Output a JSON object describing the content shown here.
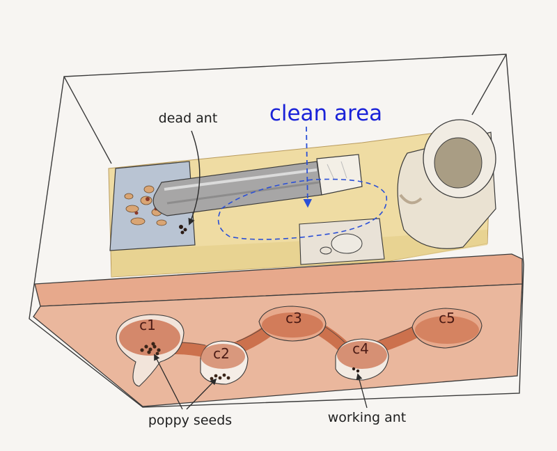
{
  "labels": {
    "dead_ant": "dead ant",
    "clean_area": "clean area",
    "poppy_seeds": "poppy seeds",
    "working_ant": "working ant"
  },
  "chambers": [
    "c1",
    "c2",
    "c3",
    "c4",
    "c5"
  ],
  "colors": {
    "background": "#f7f5f2",
    "sand": "#efdca3",
    "block_top": "#e7a98c",
    "block_front": "#eab79d",
    "chamber_dark": "#c96a45",
    "tube_gray": "#a7a6a6",
    "clean_area_blue": "#2a4fd6",
    "clean_area_text": "#1a22d8",
    "ink": "#2a2a2a"
  }
}
